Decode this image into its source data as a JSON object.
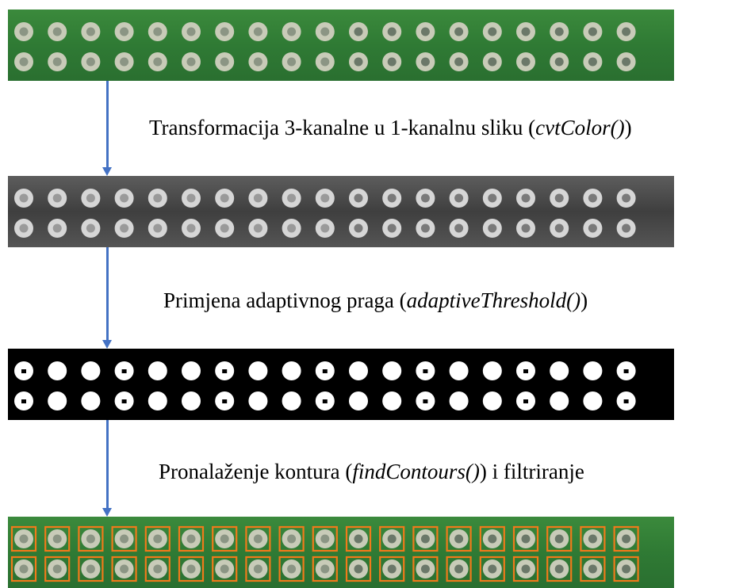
{
  "stages": [
    {
      "id": "color",
      "kind": "color-photo",
      "rows": 2,
      "cols": 19,
      "board_color": "#2f7a34",
      "pad_color": "#c8cbb8"
    },
    {
      "id": "gray",
      "kind": "grayscale-photo",
      "rows": 2,
      "cols": 19,
      "board_color": "#4a4a4a",
      "pad_color": "#d6d6d6"
    },
    {
      "id": "binary",
      "kind": "binary-threshold",
      "rows": 2,
      "cols": 19,
      "board_color": "#000000",
      "pad_color": "#ffffff"
    },
    {
      "id": "final",
      "kind": "detected-contours",
      "rows": 2,
      "cols": 19,
      "board_color": "#2f7a34",
      "pad_color": "#c8cbb8",
      "box_color": "#f07a1a"
    }
  ],
  "captions": [
    {
      "before": "Transformacija 3-kanalne u 1-kanalnu sliku (",
      "fn": "cvtColor()",
      "after": ")"
    },
    {
      "before": "Primjena adaptivnog praga (",
      "fn": "adaptiveThreshold()",
      "after": ")"
    },
    {
      "before": "Pronalaženje kontura (",
      "fn": "findContours()",
      "after": ") i filtriranje"
    }
  ],
  "arrow_color": "#4472c4"
}
